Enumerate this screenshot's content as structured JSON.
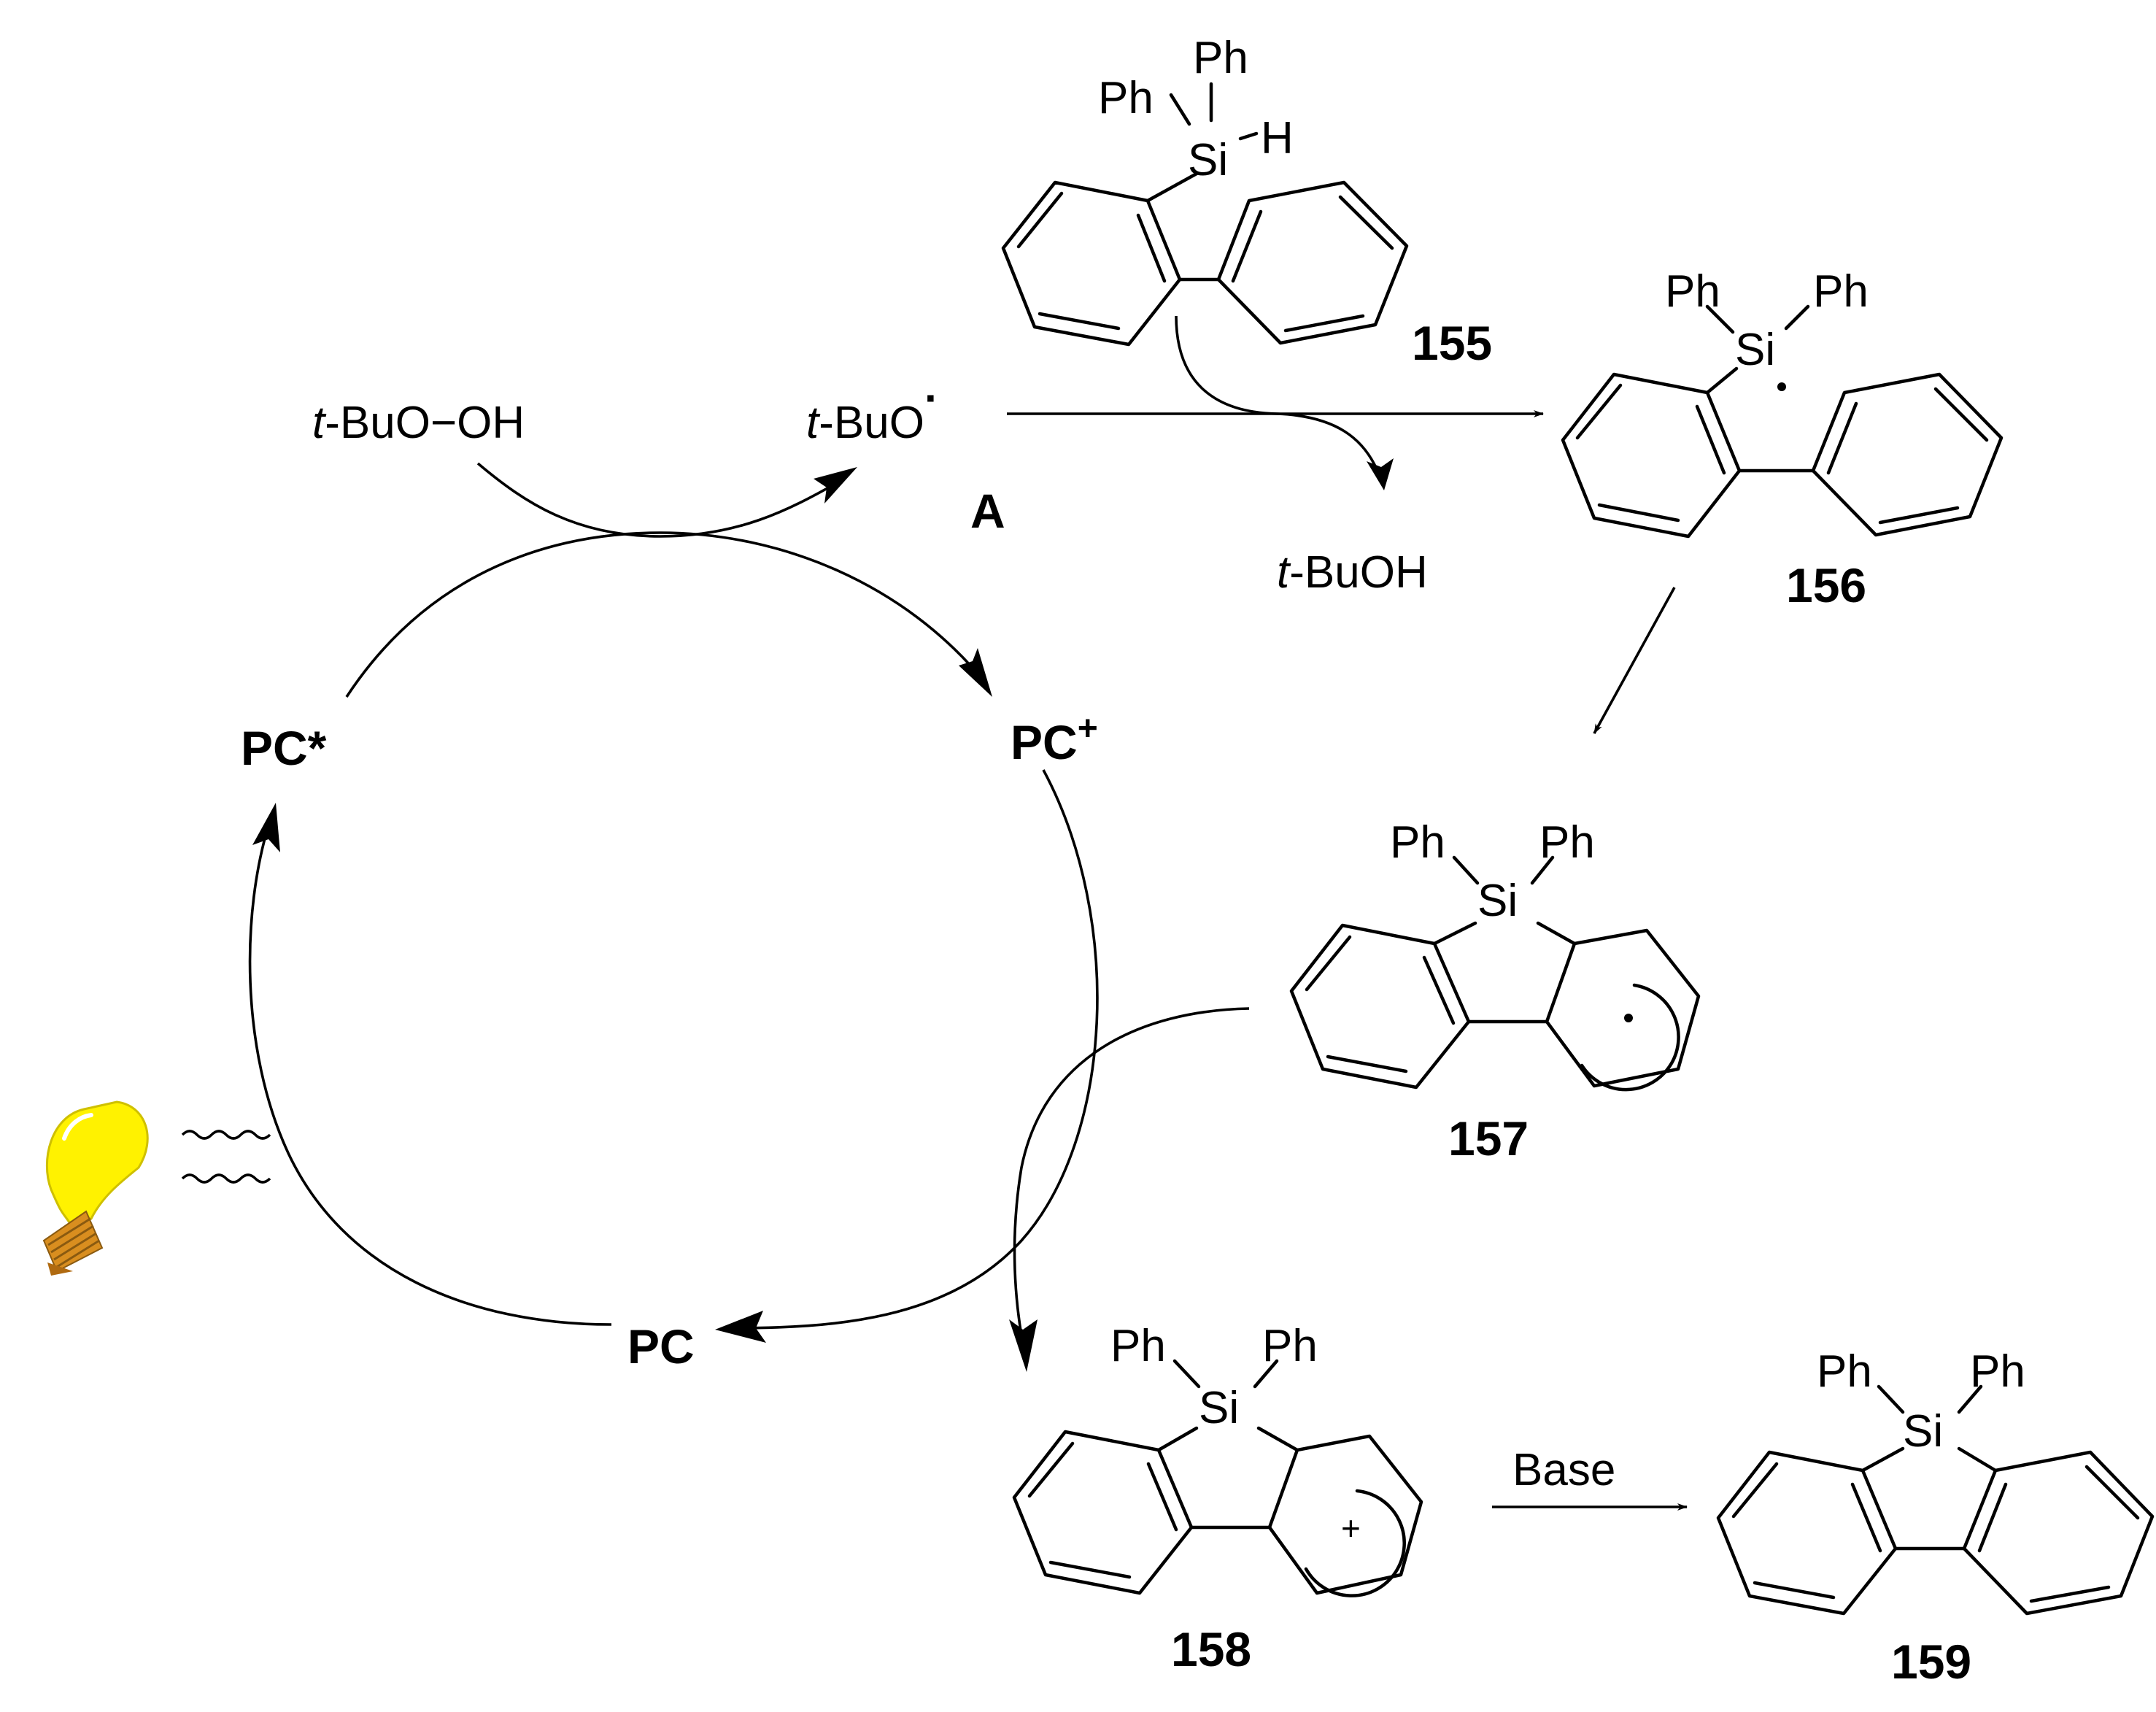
{
  "reagents": {
    "peroxide": {
      "italic": "t",
      "rest": "-BuO−OH"
    },
    "radical": {
      "italic": "t",
      "rest": "-BuO",
      "dot": "·",
      "tag": "A"
    },
    "alcohol": {
      "italic": "t",
      "rest": "-BuOH"
    }
  },
  "cycle": {
    "pc_star": "PC*",
    "pc_plus_base": "PC",
    "pc_plus_sup": "+",
    "pc": "PC"
  },
  "compounds": {
    "c155": {
      "number": "155",
      "atoms": {
        "si": "Si",
        "ph1": "Ph",
        "ph2": "Ph",
        "h": "H"
      }
    },
    "c156": {
      "number": "156",
      "atoms": {
        "si": "Si",
        "ph1": "Ph",
        "ph2": "Ph"
      }
    },
    "c157": {
      "number": "157",
      "atoms": {
        "si": "Si",
        "ph1": "Ph",
        "ph2": "Ph"
      }
    },
    "c158": {
      "number": "158",
      "atoms": {
        "si": "Si",
        "ph1": "Ph",
        "ph2": "Ph"
      },
      "charge": "+"
    },
    "c159": {
      "number": "159",
      "atoms": {
        "si": "Si",
        "ph1": "Ph",
        "ph2": "Ph"
      }
    }
  },
  "conditions": {
    "base_label": "Base"
  },
  "light_source": {
    "icon": "light-bulb-icon",
    "wave_icon": "light-wave-icon",
    "bulb_color": "#FFF200",
    "base_color": "#D98E1F"
  }
}
